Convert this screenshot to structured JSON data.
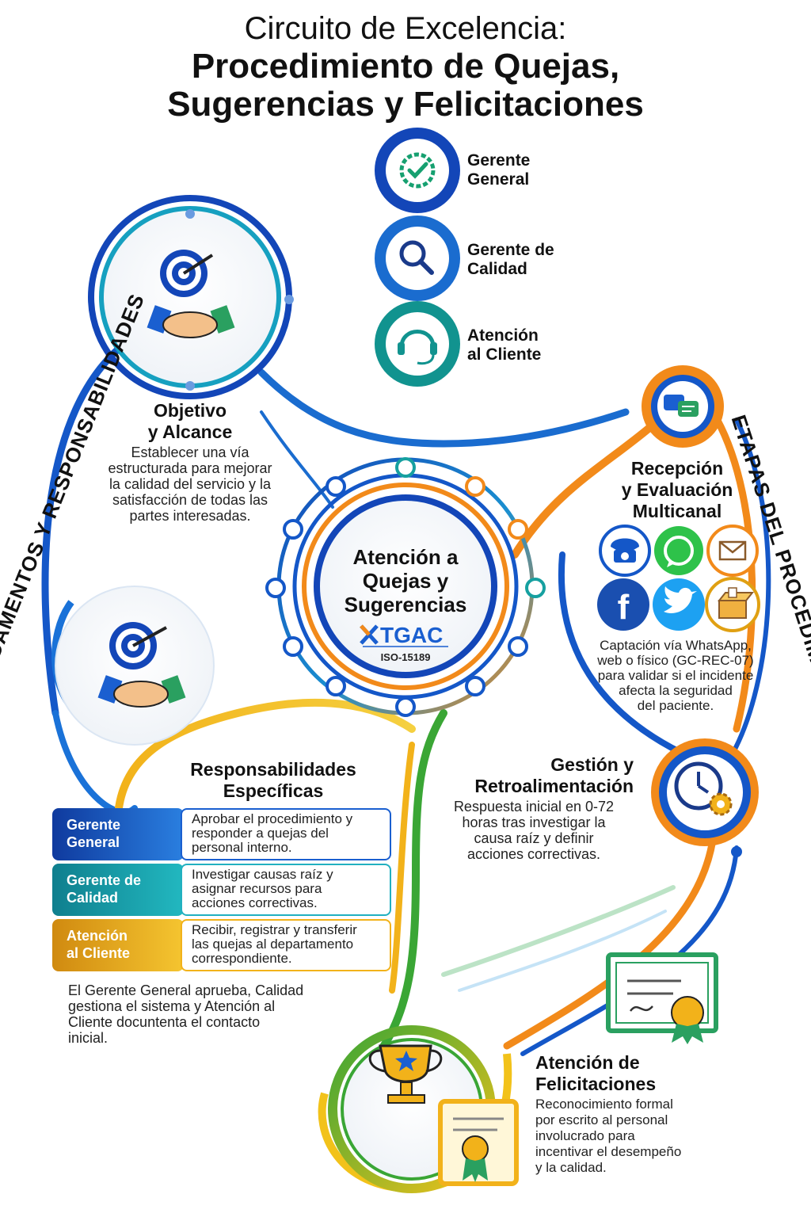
{
  "title": {
    "line1": "Circuito de Excelencia:",
    "line2": "Procedimiento de Quejas,",
    "line3": "Sugerencias y Felicitaciones"
  },
  "legend": [
    {
      "line1": "Gerente",
      "line2": "General",
      "icon": "badge-check-icon",
      "color": "#1346b8"
    },
    {
      "line1": "Gerente de",
      "line2": "Calidad",
      "icon": "magnifier-icon",
      "color": "#1a6ccf"
    },
    {
      "line1": "Atención",
      "line2": "al Cliente",
      "icon": "headset-icon",
      "color": "#11938f"
    }
  ],
  "side_labels": {
    "left": "FUNDAMENTOS Y RESPONSABILIDADES",
    "right": "ETAPAS DEL PROCEDIMIENTO"
  },
  "center": {
    "line1": "Atención a",
    "line2": "Quejas y",
    "line3": "Sugerencias",
    "brand": "TGAC",
    "standard": "ISO-15189"
  },
  "objetivo": {
    "title1": "Objetivo",
    "title2": "y Alcance",
    "lines": [
      "Establecer una vía",
      "estructurada para mejorar",
      "la calidad del servicio y la",
      "satisfacción de todas las",
      "partes interesadas."
    ]
  },
  "recepcion": {
    "title1": "Recepción",
    "title2": "y Evaluación",
    "title3": "Multicanal",
    "lines": [
      "Captación vía WhatsApp,",
      "web o físico (GC-REC-07)",
      "para validar si el incidente",
      "afecta la seguridad",
      "del paciente."
    ],
    "channels": [
      "telephone-icon",
      "whatsapp-icon",
      "email-icon",
      "facebook-icon",
      "twitter-icon",
      "suggestion-box-icon"
    ]
  },
  "responsabilidades": {
    "title1": "Responsabilidades",
    "title2": "Específicas",
    "rows": [
      {
        "role1": "Gerente",
        "role2": "General",
        "desc": [
          "Aprobar el procedimiento y",
          "responder a quejas del",
          "personal interno."
        ],
        "color": "#1346b8"
      },
      {
        "role1": "Gerente de",
        "role2": "Calidad",
        "desc": [
          "Investigar causas raíz y",
          "asignar recursos para",
          "acciones correctivas."
        ],
        "color": "#138a9a"
      },
      {
        "role1": "Atención",
        "role2": "al Cliente",
        "desc": [
          "Recibir, registrar y transferir",
          "las quejas al departamento",
          "correspondiente."
        ],
        "color": "#e0a012"
      }
    ],
    "summary": [
      "El Gerente General aprueba, Calidad",
      "gestiona el sistema y Atención al",
      "Cliente docuntenta el contacto",
      "inicial."
    ]
  },
  "gestion": {
    "title1": "Gestión y",
    "title2": "Retroalimentación",
    "lines": [
      "Respuesta inicial en 0-72",
      "horas tras investigar la",
      "causa raíz y definir",
      "acciones correctivas."
    ]
  },
  "felicitaciones": {
    "title1": "Atención de",
    "title2": "Felicitaciones",
    "lines": [
      "Reconocimiento formal",
      "por escrito al personal",
      "involucrado para",
      "incentivar el desempeño",
      "y la calidad."
    ]
  },
  "colors": {
    "blue": "#1457c8",
    "orange": "#f28a1a",
    "green": "#3aa635",
    "yellow": "#f2b21a",
    "teal": "#16a0a0"
  }
}
